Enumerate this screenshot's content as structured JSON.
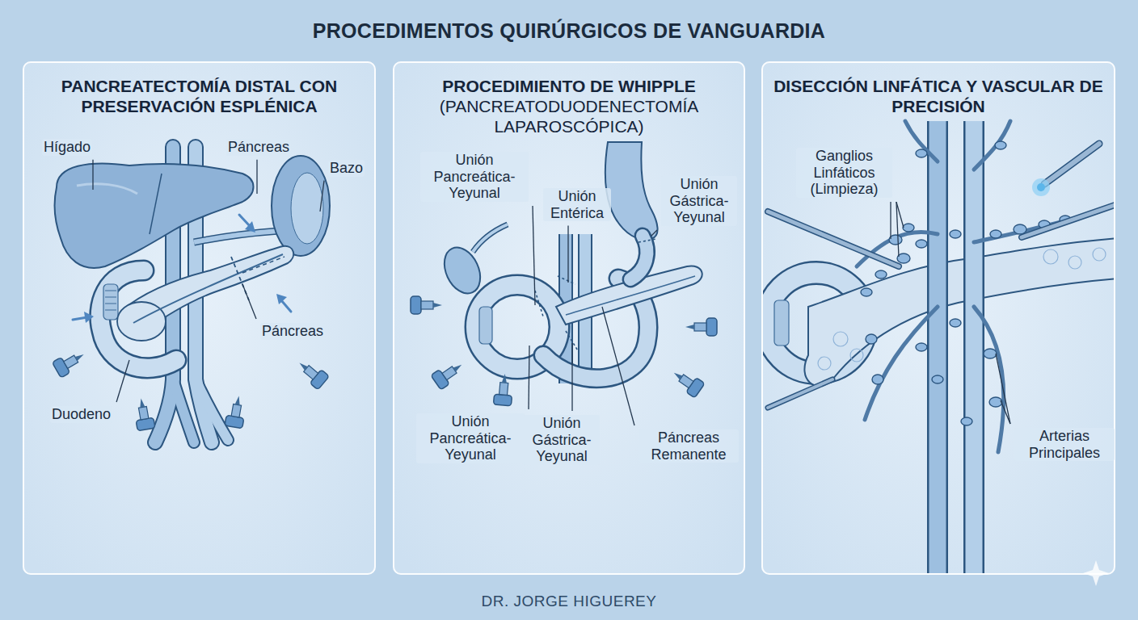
{
  "diagram": {
    "title": "PROCEDIMENTOS QUIRÚRGICOS DE VANGUARDIA",
    "caption": "DR. JORGE HIGUEREY",
    "nodes": [
      {
        "text": [
          "PANCREATECTOMÍA DISTAL CON PRESERVACIÓN ESPLÉNICA"
        ]
      },
      {
        "text": [
          "PROCEDIMIENTO DE WHIPPLE",
          "(PANCREATODUODENECTOMÍA LAPAROSCÓPICA)"
        ]
      },
      {
        "text": [
          "DISECCIÓN LINFÁTICA Y VASCULAR DE PRECISIÓN"
        ]
      }
    ],
    "edges": [],
    "labels": [
      "Hígado",
      "Páncreas",
      "Bazo",
      "Páncreas",
      "Duodeno",
      "Unión Pancreática-Yeyunal",
      "Unión Entérica",
      "Unión Gástrica-Yeyunal",
      "Unión Pancreática-Yeyunal",
      "Unión Gástrica-Yeyunal",
      "Páncreas Remanente",
      "Ganglios Linfáticos (Limpieza)",
      "Arterias Principales"
    ]
  }
}
